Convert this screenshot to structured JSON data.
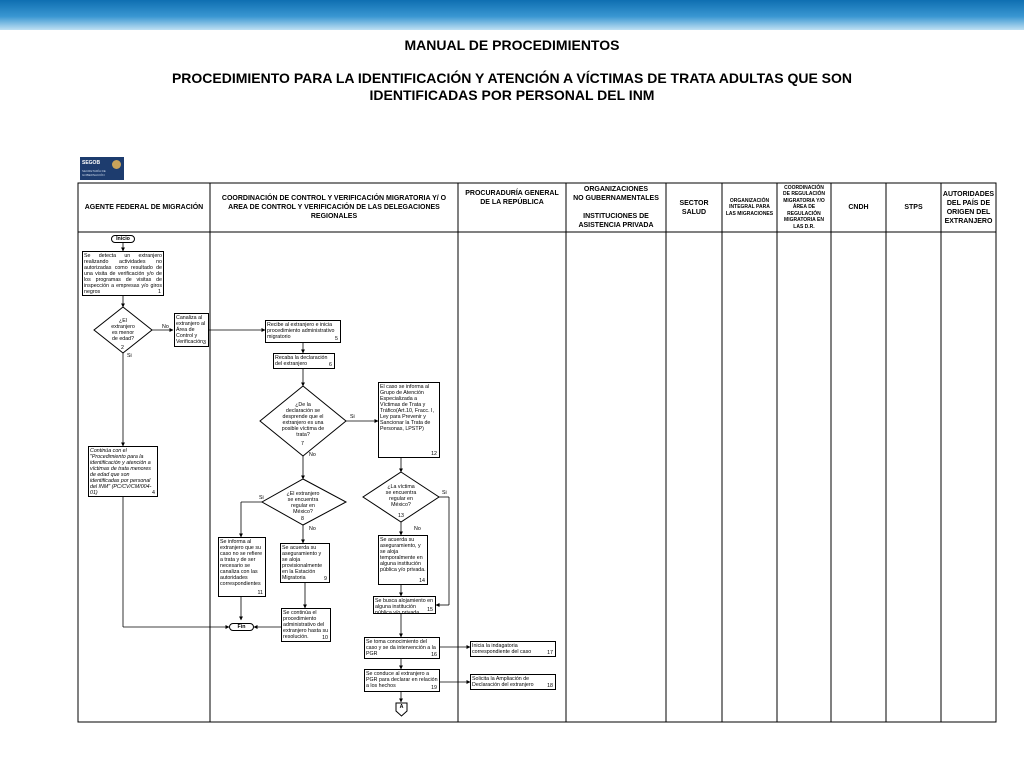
{
  "header": {
    "title": "MANUAL DE PROCEDIMIENTOS",
    "subtitle": "PROCEDIMIENTO PARA LA IDENTIFICACIÓN Y ATENCIÓN A VÍCTIMAS DE TRATA ADULTAS QUE SON IDENTIFICADAS POR PERSONAL DEL INM",
    "logo_text": "SEGOB",
    "logo_subtext": "SECRETARÍA DE GOBERNACIÓN"
  },
  "columns": [
    "AGENTE FEDERAL DE MIGRACIÓN",
    "COORDINACIÓN DE CONTROL Y VERIFICACIÓN MIGRATORIA Y/ O AREA DE CONTROL Y VERIFICACIÓN DE LAS DELEGACIONES REGIONALES",
    "PROCURADURÍA GENERAL DE LA REPÚBLICA",
    "ORGANIZACIONES\nNO GUBERNAMENTALES\n\nINSTITUCIONES DE\nASISTENCIA PRIVADA",
    "SECTOR\nSALUD",
    "ORGANIZACIÓN\nINTEGRAL PARA\nLAS MIGRACIONES",
    "COORDINACIÓN\nDE REGULACIÓN\nMIGRATORIA Y/O\nÁREA DE\nREGULACIÓN\nMIGRATORIA EN\nLAS D.R.",
    "CNDH",
    "STPS",
    "AUTORIDADES\nDEL PAÍS DE\nORIGEN DEL\nEXTRANJERO"
  ],
  "terminals": {
    "start": "Inicio",
    "end": "Fin",
    "connector": "A"
  },
  "steps": {
    "s1": {
      "text": "Se detecta un extranjero realizando actividades no autorizadas como resultado de una visita de verificación y/o de los programas de visitas de inspección a empresas y/o giros negros",
      "num": "1"
    },
    "s2": {
      "text": "¿El\nextranjero\nes menor\nde edad?",
      "num": "2"
    },
    "s3": {
      "text": "Canaliza al extranjero al Área de Control y Verificación.",
      "num": "3"
    },
    "s4": {
      "text": "Continúa con el \"Procedimiento para la identificación y atención a víctimas de trata menores de edad que son identificadas por personal del INM\" (PC/CV/CM/004-01)",
      "num": "4"
    },
    "s5": {
      "text": "Recibe al extranjero e inicia procedimiento administrativo migratorio",
      "num": "5"
    },
    "s6": {
      "text": "Recaba la declaración del extranjero",
      "num": "6"
    },
    "s7": {
      "text": "¿De la\ndeclaración se\ndesprende que el\nextranjero es una\nposible víctima de\ntrata?",
      "num": "7"
    },
    "s8": {
      "text": "¿El extranjero\nse encuentra\nregular en\nMéxico?",
      "num": "8"
    },
    "s9": {
      "text": "Se acuerda su aseguramiento y se aloja provisionalmente en la Estación Migratoria",
      "num": "9"
    },
    "s10": {
      "text": "Se continúa el procedimiento administrativo del extranjero hasta su resolución.",
      "num": "10"
    },
    "s11": {
      "text": "Se informa al extranjero que su caso no se refiere a trata y de ser necesario se canaliza con las autoridades correspondientes",
      "num": "11"
    },
    "s12": {
      "text": "El caso se informa al Grupo de Atención Especializada a Víctimas de Trata y Tráfico(Art.10, Fracc. I, Ley para Prevenir y Sancionar la Trata de Personas, LPSTP)",
      "num": "12"
    },
    "s13": {
      "text": "¿La víctima\nse encuentra\nregular en\nMéxico?",
      "num": "13"
    },
    "s14": {
      "text": "Se acuerda su aseguramiento, y se aloja temporalmente en alguna institución pública y/o privada.",
      "num": "14"
    },
    "s15": {
      "text": "Se busca alojamiento en alguna institución pública y/o privada.",
      "num": "15"
    },
    "s16": {
      "text": "Se toma conocimiento del caso y se da intervención a la PGR",
      "num": "16"
    },
    "s17": {
      "text": "Inicia la indagatoria correspondiente del caso",
      "num": "17"
    },
    "s18": {
      "text": "Solicita la Ampliación de Declaración del extranjero",
      "num": "18"
    },
    "s19": {
      "text": "Se conduce al extranjero a PGR para declarar en relación a los hechos",
      "num": "19"
    }
  },
  "labels": {
    "yes": "Si",
    "no": "No"
  },
  "colors": {
    "topbar": "#1a78b8",
    "logo": "#1d3c6e"
  }
}
